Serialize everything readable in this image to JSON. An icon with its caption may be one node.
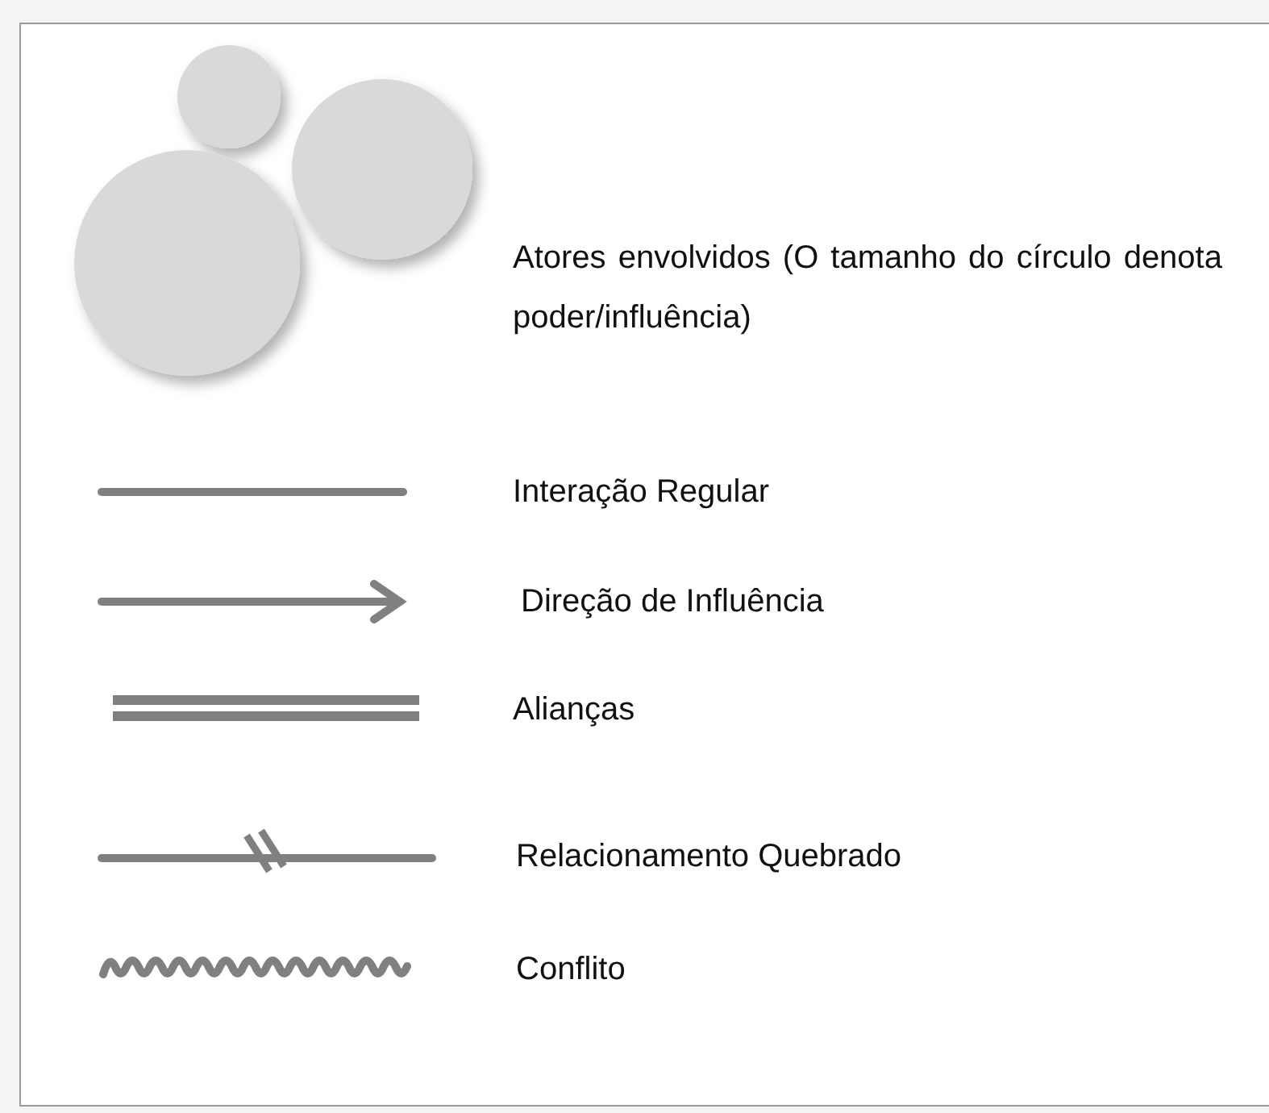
{
  "diagram": {
    "legend": [
      {
        "text": "Atores envolvidos (O tamanho do círculo denota poder/influência)"
      },
      {
        "text": "Interação Regular"
      },
      {
        "text": "Direção de Influência"
      },
      {
        "text": "Alianças"
      },
      {
        "text": "Relacionamento Quebrado"
      },
      {
        "text": "Conflito"
      }
    ]
  }
}
